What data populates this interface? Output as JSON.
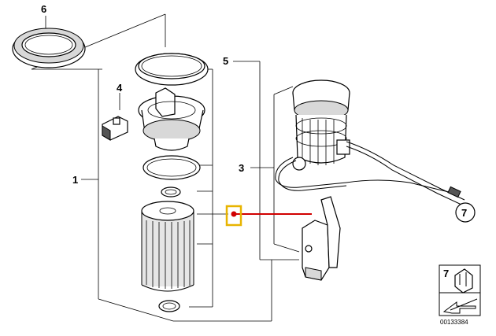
{
  "callouts": {
    "c1": "1",
    "c3": "3",
    "c4": "4",
    "c5": "5",
    "c6": "6",
    "c7": "7",
    "c7box": "7"
  },
  "catalog_number": "00133384",
  "colors": {
    "highlight_box": "#e8b400",
    "highlight_dot": "#d10000",
    "pointer_line": "#d10000"
  }
}
